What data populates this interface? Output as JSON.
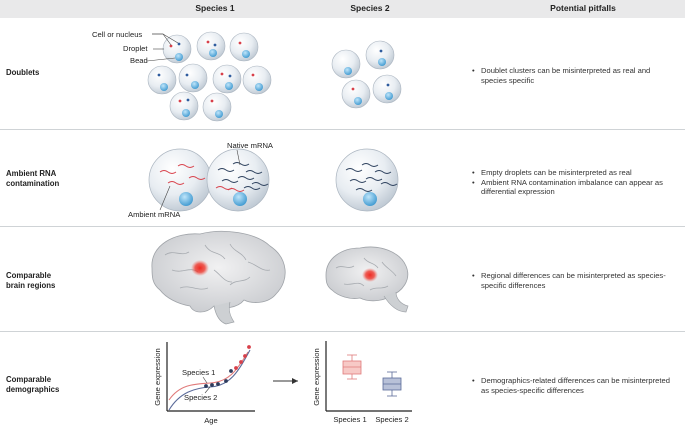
{
  "headers": {
    "species1": "Species 1",
    "species2": "Species 2",
    "pitfalls": "Potential pitfalls"
  },
  "rows": [
    {
      "label_lines": [
        "Doublets"
      ],
      "pitfalls": [
        "Doublet clusters can be misinterpreted as real and species specific"
      ],
      "annotations": {
        "cell": "Cell or nucleus",
        "droplet": "Droplet",
        "bead": "Bead"
      }
    },
    {
      "label_lines": [
        "Ambient RNA",
        "contamination"
      ],
      "pitfalls": [
        "Empty droplets can be misinterpreted as real",
        "Ambient RNA contamination imbalance can appear as differential expression"
      ],
      "annotations": {
        "native": "Native mRNA",
        "ambient": "Ambient mRNA"
      }
    },
    {
      "label_lines": [
        "Comparable",
        "brain regions"
      ],
      "pitfalls": [
        "Regional differences can be misinterpreted as species-specific differences"
      ]
    },
    {
      "label_lines": [
        "Comparable",
        "demographics"
      ],
      "pitfalls": [
        "Demographics-related differences can be misinterpreted as species-specific differences"
      ],
      "plot": {
        "ylabel": "Gene expression",
        "xlabel": "Age",
        "species1_label": "Species 1",
        "species2_label": "Species 2",
        "box_ylabel": "Gene expression",
        "box_categories": [
          "Species 1",
          "Species 2"
        ]
      }
    }
  ],
  "colors": {
    "header_bg": "#e9e9ea",
    "droplet_fill": "#dfe5ec",
    "bead": "#4aa6d8",
    "red_dot": "#d8404a",
    "blue_dot": "#2f5c9e",
    "species1_line": "#e07a7a",
    "species2_line": "#5b6b9a",
    "brain_hotspot": "#e8302a"
  }
}
